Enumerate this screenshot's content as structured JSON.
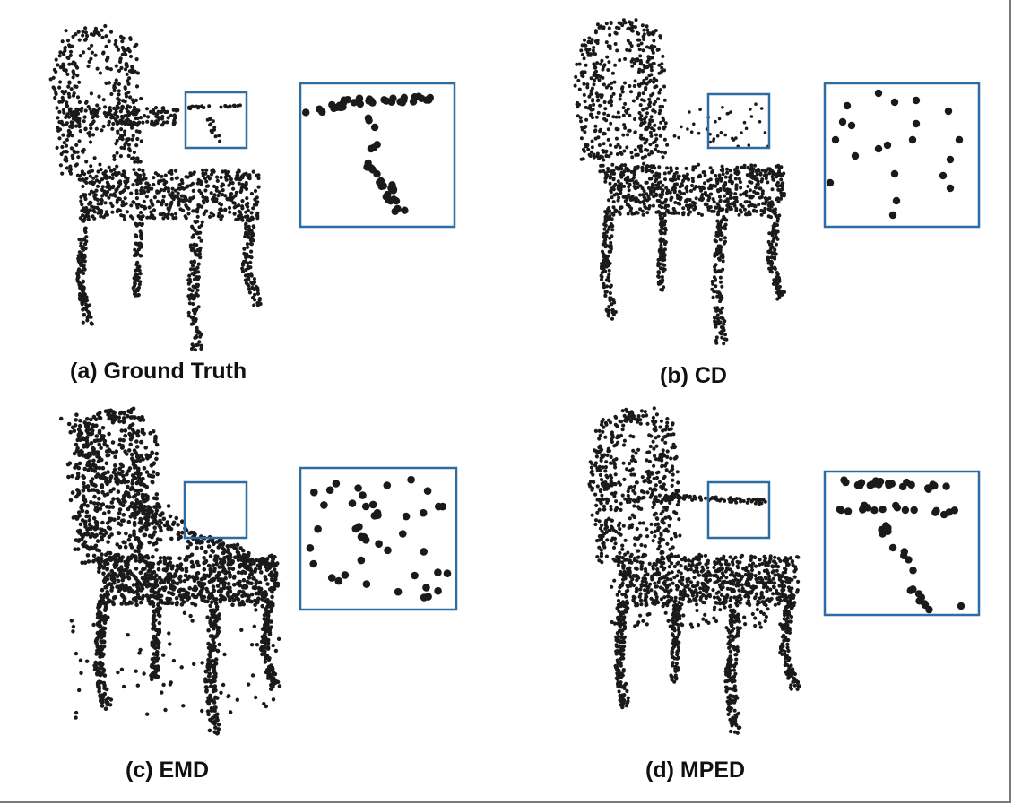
{
  "panels": [
    {
      "id": "a",
      "caption": "(a) Ground Truth"
    },
    {
      "id": "b",
      "caption": "(b) CD"
    },
    {
      "id": "c",
      "caption": "(c) EMD"
    },
    {
      "id": "d",
      "caption": "(d) MPED"
    }
  ],
  "colors": {
    "point": "#1a1a1a",
    "zoom_box": "#2e6da4",
    "background": "#ffffff"
  }
}
